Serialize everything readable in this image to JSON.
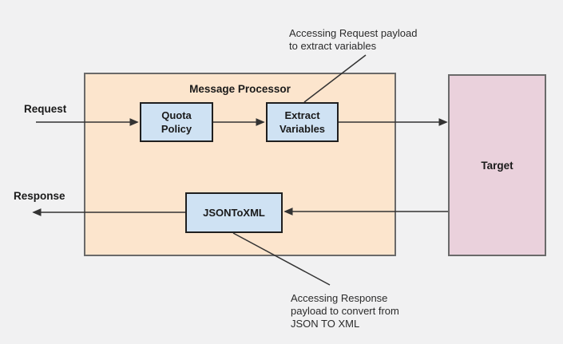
{
  "colors": {
    "background": "#f1f1f2",
    "processor_fill": "#fce5cd",
    "processor_border": "#6a6a6a",
    "policy_fill": "#cfe2f3",
    "policy_border": "#1f1f1f",
    "target_fill": "#ead1dc",
    "line": "#333333"
  },
  "diagram": {
    "processor": {
      "title": "Message Processor"
    },
    "nodes": {
      "quota": {
        "lines": [
          "Quota",
          "Policy"
        ]
      },
      "extract": {
        "lines": [
          "Extract",
          "Variables"
        ]
      },
      "jsontoxml": {
        "label": "JSONToXML"
      },
      "target": {
        "label": "Target"
      }
    },
    "flow": {
      "request": "Request",
      "response": "Response"
    },
    "annotations": {
      "request_payload": {
        "lines": [
          "Accessing Request payload",
          "to extract variables"
        ]
      },
      "response_payload": {
        "lines": [
          "Accessing Response",
          "payload to convert from",
          "JSON TO XML"
        ]
      }
    }
  }
}
